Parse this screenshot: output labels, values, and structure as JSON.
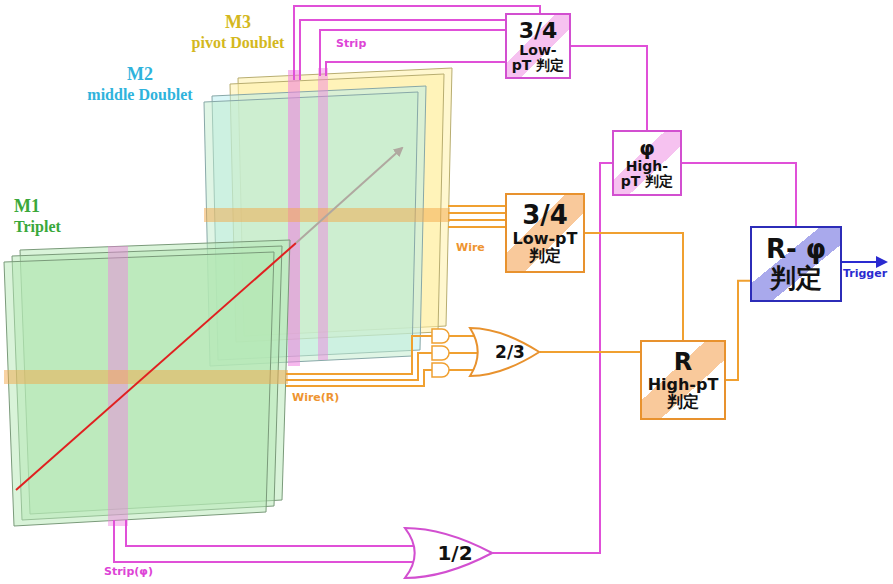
{
  "diagram": {
    "nodes": [
      {
        "text": [
          "3/4",
          "Low-pT 判定"
        ]
      },
      {
        "text": [
          "φ",
          "High-pT 判定"
        ]
      },
      {
        "text": [
          "3/4",
          "Low-pT 判定"
        ]
      },
      {
        "text": [
          "2/3"
        ]
      },
      {
        "text": [
          "R",
          "High-pT 判定"
        ]
      },
      {
        "text": [
          "R- φ 判定"
        ]
      },
      {
        "text": [
          "1/2"
        ]
      }
    ],
    "edges": [
      {
        "from": 0,
        "to": 1,
        "arrow": "none"
      },
      {
        "from": 6,
        "to": 1,
        "arrow": "none"
      },
      {
        "from": 1,
        "to": 5,
        "arrow": "none"
      },
      {
        "from": 2,
        "to": 4,
        "arrow": "none"
      },
      {
        "from": 3,
        "to": 4,
        "arrow": "none"
      },
      {
        "from": 4,
        "to": 5,
        "arrow": "none"
      }
    ],
    "labels": [
      "M3",
      "pivot Doublet",
      "Strip",
      "M2",
      "middle Doublet",
      "M1",
      "Triplet",
      "Wire",
      "Wire(R)",
      "Strip(φ)",
      "Trigger"
    ]
  }
}
